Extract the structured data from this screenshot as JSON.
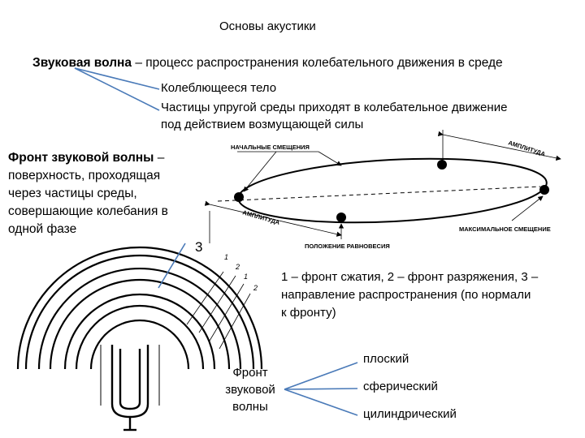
{
  "title": "Основы акустики",
  "definition": {
    "term": "Звуковая волна",
    "rest": " – процесс распространения колебательного движения в среде"
  },
  "sub_items": [
    "Колеблющееся тело",
    "Частицы упругой среды приходят в колебательное движение",
    "под действием возмущающей силы"
  ],
  "wave_front": {
    "term": "Фронт звуковой волны",
    "lines": [
      " –",
      "поверхность, проходящая",
      "через частицы среды,",
      "совершающие колебания в",
      "одной фазе"
    ]
  },
  "marker_3": "3",
  "ellipse_labels": {
    "initial": "НАЧАЛЬНЫЕ СМЕЩЕНИЯ",
    "amplitude_top": "АМПЛИТУДА",
    "amplitude_left": "АМПЛИТУДА",
    "max_shift": "МАКСИМАЛЬНОЕ СМЕЩЕНИЕ",
    "equilibrium": "ПОЛОЖЕНИЕ РАВНОВЕСИЯ"
  },
  "wave_numbers": [
    "1",
    "2",
    "1",
    "2"
  ],
  "legend_lines": [
    "1 – фронт сжатия, 2 – фронт разряжения, 3 –",
    "направление распространения (по нормали",
    "к фронту)"
  ],
  "front_types_title": [
    "Фронт",
    "звуковой",
    "волны"
  ],
  "front_types": [
    "плоский",
    "сферический",
    "цилиндрический"
  ],
  "colors": {
    "arrow": "#4a7ab8",
    "ink": "#000000"
  }
}
